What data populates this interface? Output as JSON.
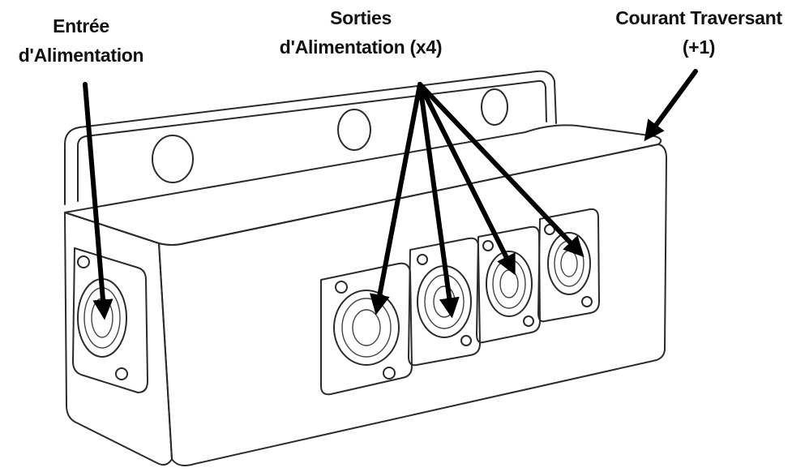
{
  "labels": {
    "input": {
      "line1": "Entrée",
      "line2": "d'Alimentation"
    },
    "outputs": {
      "line1": "Sorties",
      "line2": "d'Alimentation (x4)"
    },
    "thru": {
      "line1": "Courant Traversant",
      "line2": "(+1)"
    }
  },
  "colors": {
    "ink": "#111111",
    "outline": "#2b2b2b",
    "background": "#ffffff"
  },
  "icons": {
    "arrowhead": "arrowhead-icon",
    "connector": "powercon-connector-icon",
    "screw": "screw-icon"
  }
}
